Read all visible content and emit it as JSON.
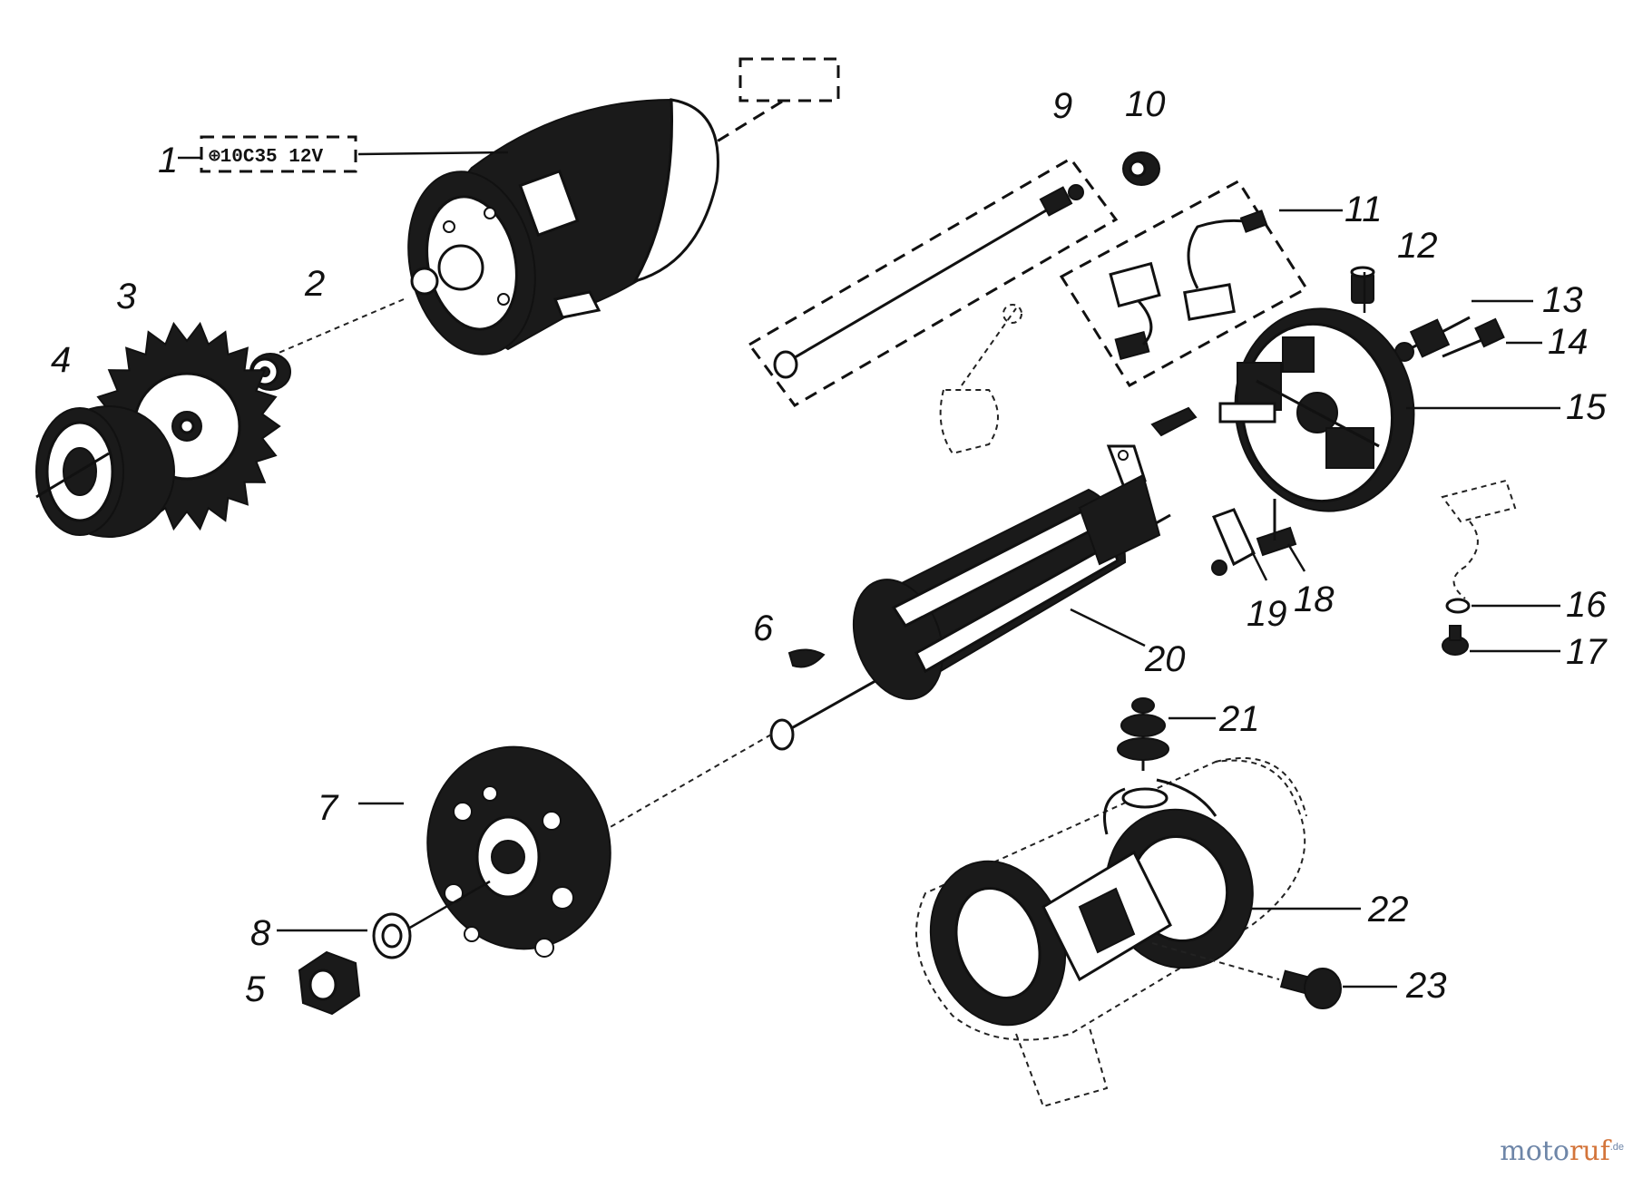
{
  "model_plate": "⊕10C35 12V",
  "part_numbers": [
    "1",
    "2",
    "3",
    "4",
    "5",
    "6",
    "7",
    "8",
    "9",
    "10",
    "11",
    "12",
    "13",
    "14",
    "15",
    "16",
    "17",
    "18",
    "19",
    "20",
    "21",
    "22",
    "23"
  ],
  "watermark": {
    "part1": "moto",
    "part2": "ruf",
    "suffix": ".de"
  },
  "colors": {
    "ink": "#111111",
    "watermark_blue": "#6e86a8",
    "watermark_orange": "#d3743a"
  }
}
